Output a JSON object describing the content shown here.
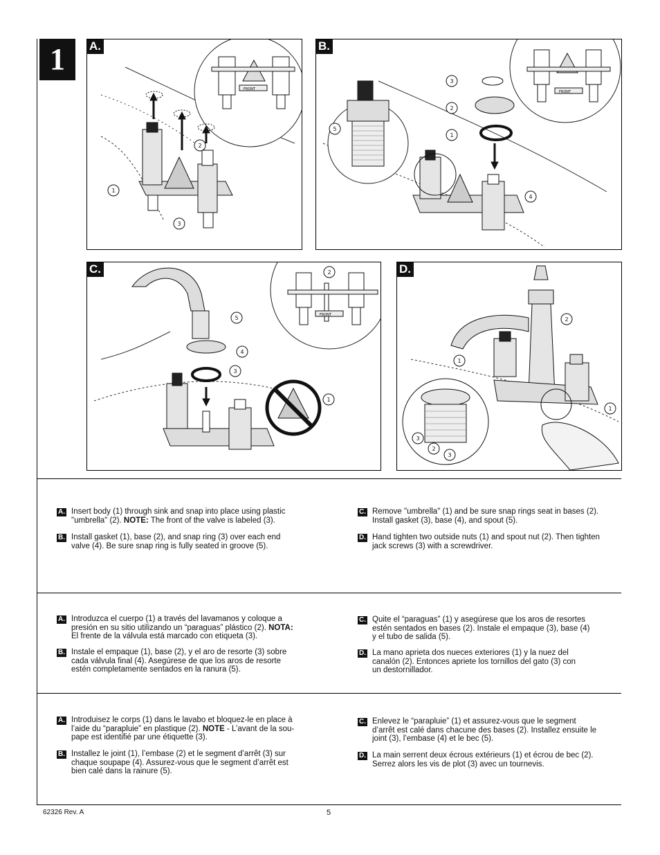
{
  "step_number": "1",
  "panels": {
    "a": {
      "label": "A.",
      "callouts": [
        "1",
        "2",
        "3"
      ],
      "front_label": "FRONT"
    },
    "b": {
      "label": "B.",
      "callouts": [
        "3",
        "2",
        "1",
        "5",
        "4"
      ],
      "front_label": "FRONT"
    },
    "c": {
      "label": "C.",
      "callouts": [
        "2",
        "5",
        "4",
        "3",
        "1"
      ],
      "front_label": "FRONT"
    },
    "d": {
      "label": "D.",
      "callouts": [
        "2",
        "1",
        "1",
        "3",
        "2",
        "3"
      ]
    }
  },
  "instructions": {
    "english": [
      {
        "tag": "A.",
        "lines": [
          "Insert body (1) through sink and snap into place using plastic",
          "\"umbrella\" (2). ",
          "NOTE:",
          " The front of the valve is labeled (3)."
        ]
      },
      {
        "tag": "B.",
        "lines": [
          "Install gasket (1), base (2), and snap ring (3) over each end",
          "valve (4).  Be sure snap ring is fully seated in groove (5)."
        ]
      },
      {
        "tag": "C.",
        "lines": [
          "Remove \"umbrella\" (1) and be sure snap rings seat in bases (2).",
          "Install gasket (3), base (4), and spout (5)."
        ]
      },
      {
        "tag": "D.",
        "lines": [
          "Hand tighten two outside nuts (1) and spout nut (2). Then tighten",
          "jack screws (3) with a screwdriver."
        ]
      }
    ],
    "spanish": [
      {
        "tag": "A.",
        "lines": [
          "Introduzca el cuerpo (1) a través del lavamanos y coloque a",
          "presión en su sitio utilizando un “paraguas” plástico (2). ",
          "NOTA:",
          "El frente de la válvula está marcado con etiqueta (3)."
        ]
      },
      {
        "tag": "B.",
        "lines": [
          "Instale el empaque (1), base (2), y el aro de resorte (3) sobre",
          "cada válvula final (4). Asegúrese de que los aros de resorte",
          "estén completamente sentados en la ranura (5)."
        ]
      },
      {
        "tag": "C.",
        "lines": [
          "Quite el “paraguas” (1) y asegúrese que los aros de resortes",
          "estén  sentados en bases (2).  Instale el empaque (3), base (4)",
          "y el tubo de salida (5)."
        ]
      },
      {
        "tag": "D.",
        "lines": [
          "La mano aprieta dos nueces exteriores (1) y la nuez del",
          "canalón (2). Entonces apriete los tornillos del gato (3) con",
          "un destornillador."
        ]
      }
    ],
    "french": [
      {
        "tag": "A.",
        "lines": [
          "Introduisez le corps (1) dans le lavabo et bloquez-le en place à",
          "l’aide du “parapluie” en plastique (2).  ",
          "NOTE",
          " - L’avant de la sou-",
          "pape est identifié par une étiquette (3)."
        ]
      },
      {
        "tag": "B.",
        "lines": [
          "Installez le joint (1), l’embase (2) et le segment d’arrêt (3) sur",
          "chaque soupape (4).  Assurez-vous que le segment d’arrêt est",
          "bien calé dans la rainure (5)."
        ]
      },
      {
        "tag": "C.",
        "lines": [
          "Enlevez le “parapluie” (1) et assurez-vous que le segment",
          "d’arrêt est calé dans chacune des bases (2). Installez ensuite le",
          "joint (3), l’embase (4) et le bec (5)."
        ]
      },
      {
        "tag": "D.",
        "lines": [
          "La main serrent deux écrous extérieurs (1) et écrou de bec (2).",
          "Serrez alors les vis de plot (3) avec un tournevis."
        ]
      }
    ]
  },
  "footer": {
    "doc_number": "62326   Rev. A",
    "page_number": "5"
  }
}
